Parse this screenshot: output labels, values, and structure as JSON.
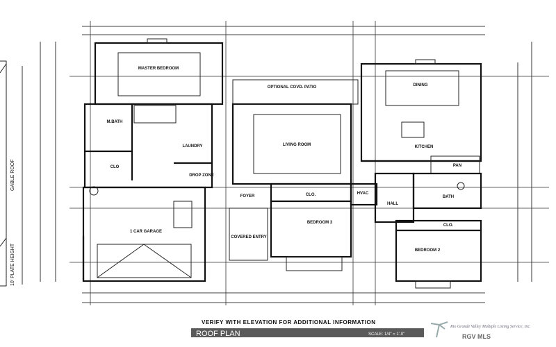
{
  "drawing": {
    "rooms": {
      "master_bedroom": "MASTER BEDROOM",
      "optional_patio": "OPTIONAL COVD. PATIO",
      "dining": "DINING",
      "m_bath": "M.BATH",
      "laundry": "LAUNDRY",
      "living_room": "LIVING ROOM",
      "kitchen": "KITCHEN",
      "clo_master": "CLO",
      "drop_zone": "DROP ZONE",
      "pan": "PAN",
      "garage": "1 CAR GARAGE",
      "foyer": "FOYER",
      "clo_bed3": "CLO.",
      "hvac": "HVAC",
      "hall": "HALL",
      "bath": "BATH",
      "bedroom3": "BEDROOM 3",
      "covered_entry": "COVERED ENTRY",
      "clo_bed2": "CLO.",
      "bedroom2": "BEDROOM 2"
    },
    "side_labels": {
      "gable_roof": "GABLE ROOF",
      "plate_height": "10' PLATE HEIGHT"
    }
  },
  "footer": {
    "note": "VERIFY WITH ELEVATION FOR ADDITIONAL INFORMATION",
    "title": "ROOF PLAN",
    "scale": "SCALE: 1/4\" = 1'-0\"",
    "logo_text": "Rio Grande Valley Multiple Listing Service, Inc.",
    "logo_brand": "RGV MLS",
    "bar_color": "#5a5a5a"
  }
}
